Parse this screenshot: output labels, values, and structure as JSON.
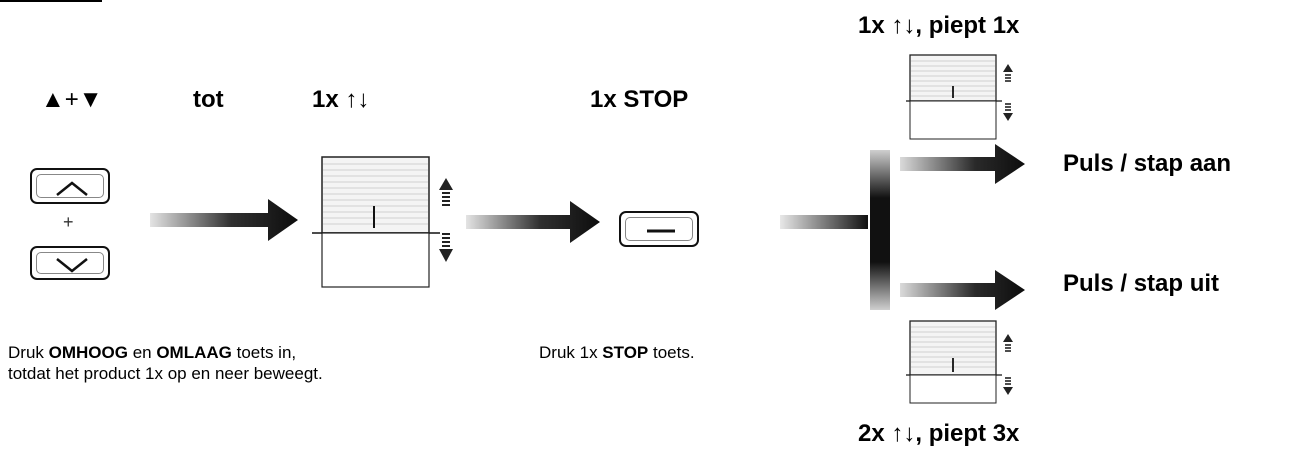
{
  "step1": {
    "label_up_down": "▲+▼",
    "label_tot": "tot",
    "plus_sign": "+",
    "key_up_icon": "chevron-up-icon",
    "key_down_icon": "chevron-down-icon"
  },
  "step2": {
    "label": "1x ↑↓"
  },
  "step3": {
    "label": "1x STOP",
    "key_stop_icon": "minus-icon"
  },
  "result_top": {
    "label": "1x ↑↓, piept 1x",
    "outcome": "Puls / stap aan"
  },
  "result_bottom": {
    "label": "2x ↑↓, piept 3x",
    "outcome": "Puls / stap uit"
  },
  "descriptions": {
    "left_line1_a": "Druk ",
    "left_line1_b": "OMHOOG",
    "left_line1_c": " en ",
    "left_line1_d": "OMLAAG",
    "left_line1_e": " toets in,",
    "left_line2": "totdat het product 1x op en neer beweegt.",
    "mid_a": "Druk 1x ",
    "mid_b": "STOP",
    "mid_c": " toets."
  },
  "colors": {
    "arrow_dark": "#0d0d0d",
    "arrow_light": "#d8d8d8",
    "slat_line": "#c8c8c8"
  }
}
